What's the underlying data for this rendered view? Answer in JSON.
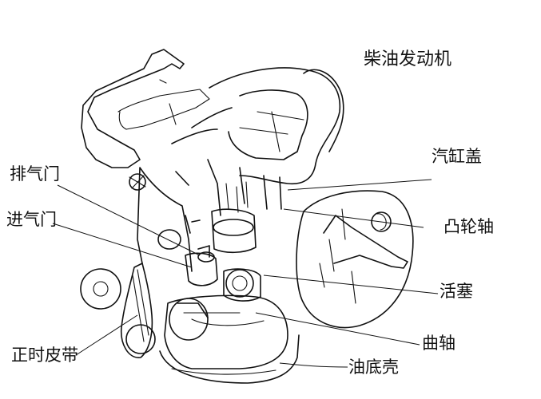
{
  "title": "柴油发动机",
  "labels": {
    "cylinder_head": "汽缸盖",
    "camshaft": "凸轮轴",
    "piston": "活塞",
    "crankshaft": "曲轴",
    "oil_pan": "油底壳",
    "exhaust_valve": "排气门",
    "intake_valve": "进气门",
    "timing_belt": "正时皮带"
  },
  "style": {
    "ink": "#111111",
    "paper": "#ffffff"
  }
}
